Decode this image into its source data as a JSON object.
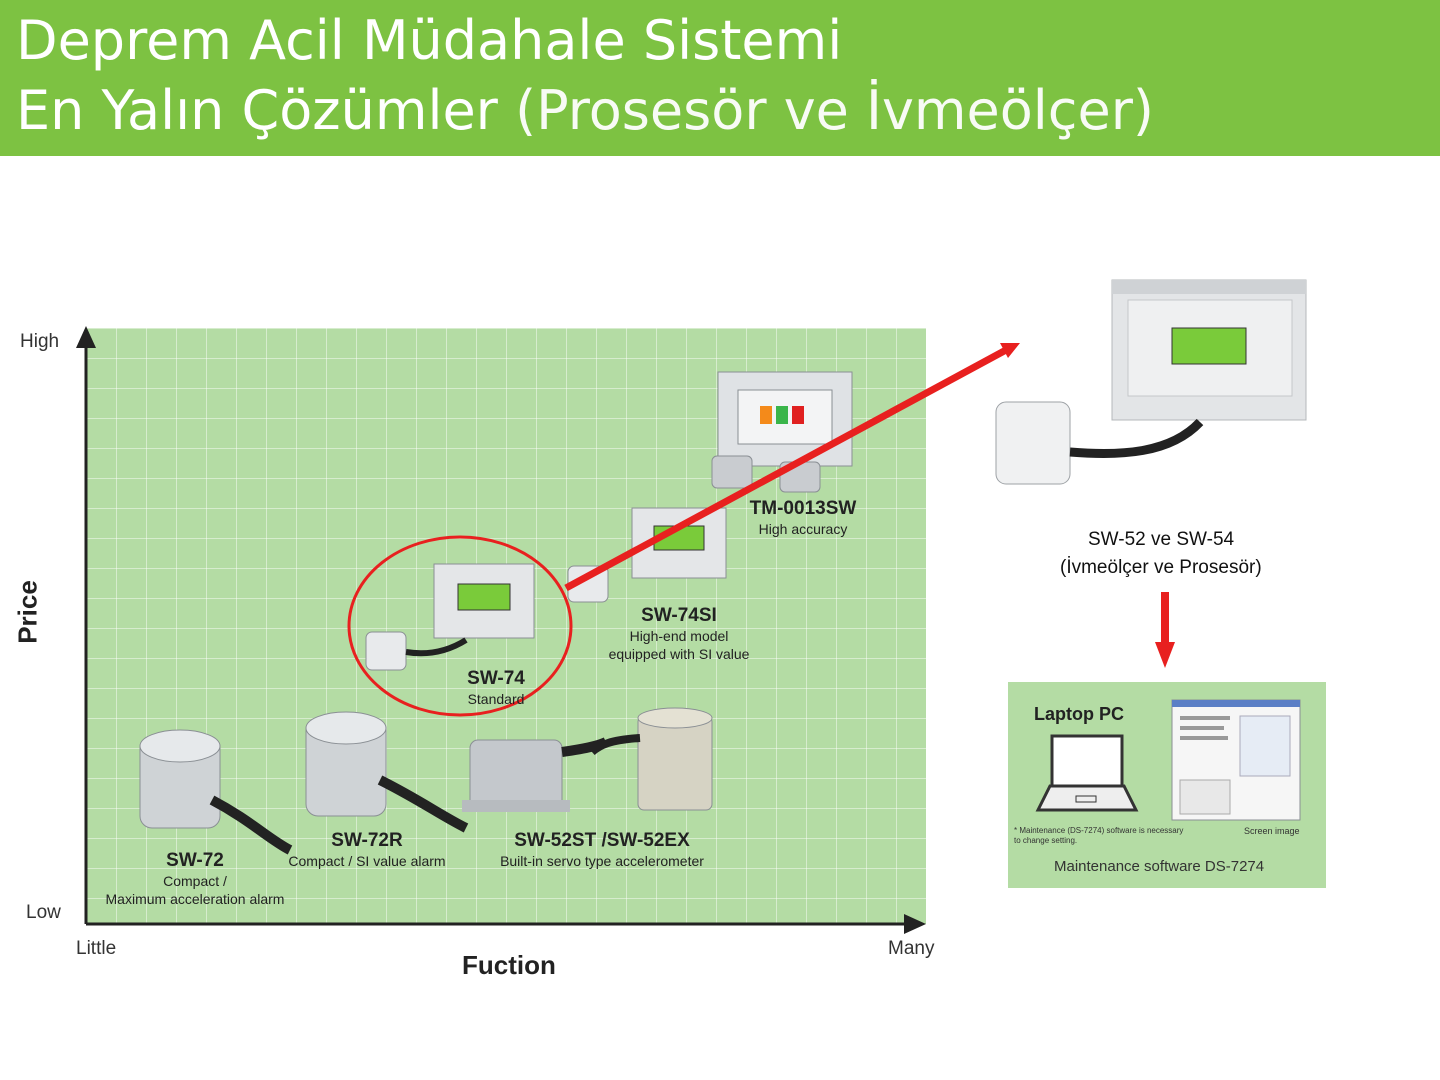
{
  "header": {
    "line1": "Deprem Acil Müdahale Sistemi",
    "line2_bold": "En Yalın Çözümler",
    "line2_paren": "(Prosesör ve İvmeölçer)"
  },
  "chart": {
    "y_high": "High",
    "y_low": "Low",
    "x_left": "Little",
    "x_right": "Many",
    "y_title": "Price",
    "x_title": "Fuction"
  },
  "products": {
    "sw72": {
      "name": "SW-72",
      "desc1": "Compact /",
      "desc2": "Maximum acceleration alarm"
    },
    "sw72r": {
      "name": "SW-72R",
      "desc1": "Compact / SI value alarm"
    },
    "sw52": {
      "name": "SW-52ST /SW-52EX",
      "desc1": "Built-in servo type accelerometer"
    },
    "sw74": {
      "name": "SW-74",
      "desc1": "Standard"
    },
    "sw74si": {
      "name": "SW-74SI",
      "desc1": "High-end model",
      "desc2": "equipped with SI value"
    },
    "tm0013": {
      "name": "TM-0013SW",
      "desc1": "High accuracy"
    }
  },
  "side": {
    "caption1": "SW-52 ve SW-54",
    "caption2": "(İvmeölçer ve Prosesör)"
  },
  "laptop": {
    "title": "Laptop PC",
    "note": "* Maintenance (DS-7274) software is necessary to change setting.",
    "screen": "Screen image",
    "maintenance": "Maintenance software DS-7274"
  },
  "colors": {
    "banner": "#7dc242",
    "chart_bg": "#b4dca4",
    "arrow": "#e8201f"
  }
}
